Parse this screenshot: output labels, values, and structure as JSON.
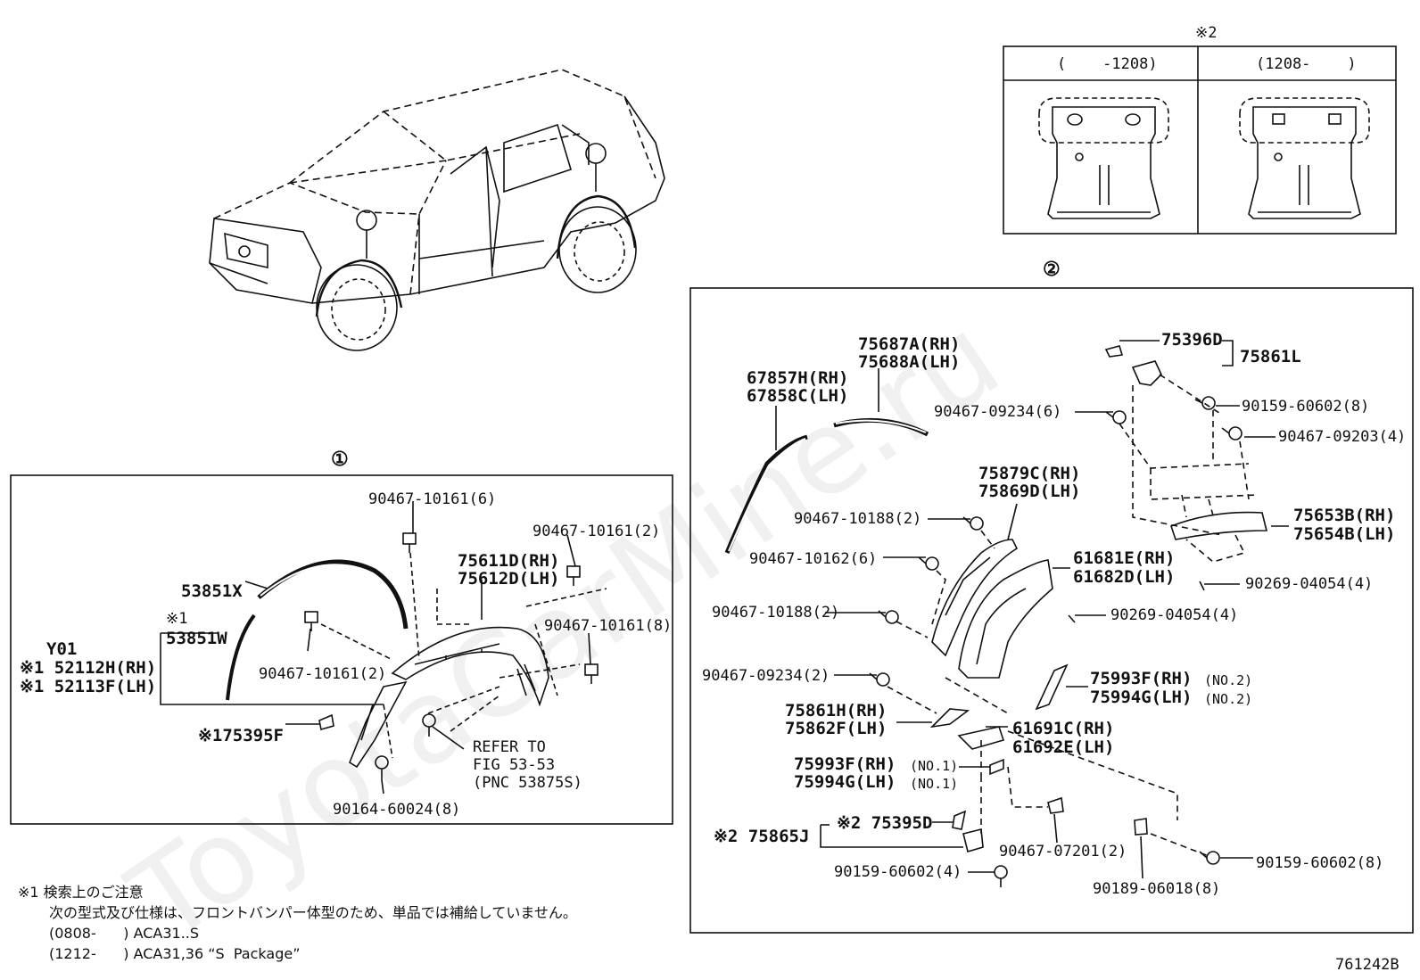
{
  "watermark": "ToyotaCarMine.ru",
  "figure_code": "761242B",
  "ref_mark_1": "①",
  "ref_mark_2": "②",
  "variant_box": {
    "mark": "※2",
    "left_header": "(    -1208)",
    "right_header": "(1208-    )"
  },
  "section1": {
    "title": "①",
    "labels": {
      "p_9046710161_6": "90467-10161(6)",
      "p_9046710161_2a": "90467-10161(2)",
      "p_9046710161_8": "90467-10161(8)",
      "p_9046710161_2b": "90467-10161(2)",
      "p_53851x": "53851X",
      "p_mark1": "※1",
      "p_53851w": "53851W",
      "p_y01": "Y01",
      "p_52112h": "※1 52112H(RH)",
      "p_52113f": "※1 52113F(LH)",
      "p_75611d": "75611D(RH)",
      "p_75612d": "75612D(LH)",
      "p_75395f": "※175395F",
      "p_refer": "REFER TO",
      "p_fig": "FIG 53-53",
      "p_pnc": "(PNC 53875S)",
      "p_9016460024": "90164-60024(8)"
    }
  },
  "section2": {
    "title": "②",
    "labels": {
      "p_75687a": "75687A(RH)",
      "p_75688a": "75688A(LH)",
      "p_67857h": "67857H(RH)",
      "p_67858c": "67858C(LH)",
      "p_75396d": "75396D",
      "p_75861l": "75861L",
      "p_9015960602_8a": "90159-60602(8)",
      "p_9046709234_6": "90467-09234(6)",
      "p_9046709203_4": "90467-09203(4)",
      "p_75879c": "75879C(RH)",
      "p_75869d": "75869D(LH)",
      "p_9046710188_2a": "90467-10188(2)",
      "p_75653b": "75653B(RH)",
      "p_75654b": "75654B(LH)",
      "p_9046710162_6": "90467-10162(6)",
      "p_61681e": "61681E(RH)",
      "p_61682d": "61682D(LH)",
      "p_9026904054_4a": "90269-04054(4)",
      "p_9046710188_2b": "90467-10188(2)",
      "p_9026904054_4b": "90269-04054(4)",
      "p_9046709234_2": "90467-09234(2)",
      "p_75993f_no2": "75993F(RH)",
      "p_75994g_no2": "75994G(LH)",
      "p_no2a": "(NO.2)",
      "p_no2b": "(NO.2)",
      "p_75861h": "75861H(RH)",
      "p_75862f": "75862F(LH)",
      "p_61691c": "61691C(RH)",
      "p_61692e": "61692E(LH)",
      "p_75993f_no1": "75993F(RH)",
      "p_75994g_no1": "75994G(LH)",
      "p_no1a": "(NO.1)",
      "p_no1b": "(NO.1)",
      "p_75395d": "※2 75395D",
      "p_75865j": "※2 75865J",
      "p_9046707201_2": "90467-07201(2)",
      "p_9015960602_4": "90159-60602(4)",
      "p_9018906018_8": "90189-06018(8)",
      "p_9015960602_8b": "90159-60602(8)"
    }
  },
  "footnote": {
    "line1": "※1 検索上のご注意",
    "line2": "次の型式及び仕様は、フロントバンパー体型のため、単品では補給していません。",
    "line3": "(0808-      ) ACA31..S",
    "line4": "(1212-      ) ACA31,36 “S  Package”"
  }
}
